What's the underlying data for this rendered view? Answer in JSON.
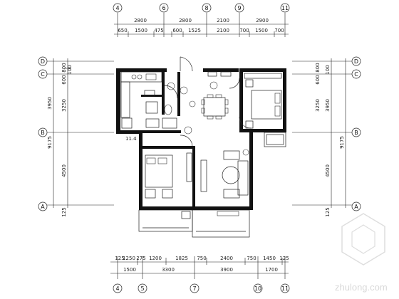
{
  "drawing": {
    "top_bubbles": [
      "4",
      "6",
      "8",
      "9",
      "11"
    ],
    "top_dims_outer": [
      "2800",
      "2800",
      "2100",
      "2900"
    ],
    "top_dims_inner": [
      "650",
      "1500",
      "475",
      "600",
      "1525",
      "2100",
      "700",
      "1500",
      "700"
    ],
    "bottom_bubbles": [
      "4",
      "5",
      "7",
      "10",
      "11"
    ],
    "bottom_dims_inner": [
      "125",
      "1250",
      "275",
      "1200",
      "1825",
      "750",
      "2400",
      "750",
      "1450",
      "125"
    ],
    "bottom_dims_outer": [
      "1500",
      "3300",
      "3900",
      "1700"
    ],
    "left_bubbles": [
      "D",
      "C",
      "B",
      "A"
    ],
    "left_dims_inner": [
      "800",
      "600",
      "3250",
      "4500",
      "125"
    ],
    "left_dims_outer": [
      "100",
      "3950",
      "9175"
    ],
    "right_bubbles": [
      "D",
      "C",
      "B",
      "A"
    ],
    "right_dims_inner": [
      "800",
      "600",
      "3250",
      "4500",
      "125"
    ],
    "right_dims_outer": [
      "100",
      "3950",
      "9175"
    ],
    "room_note": "11.4",
    "watermark": "zhulong.com"
  }
}
